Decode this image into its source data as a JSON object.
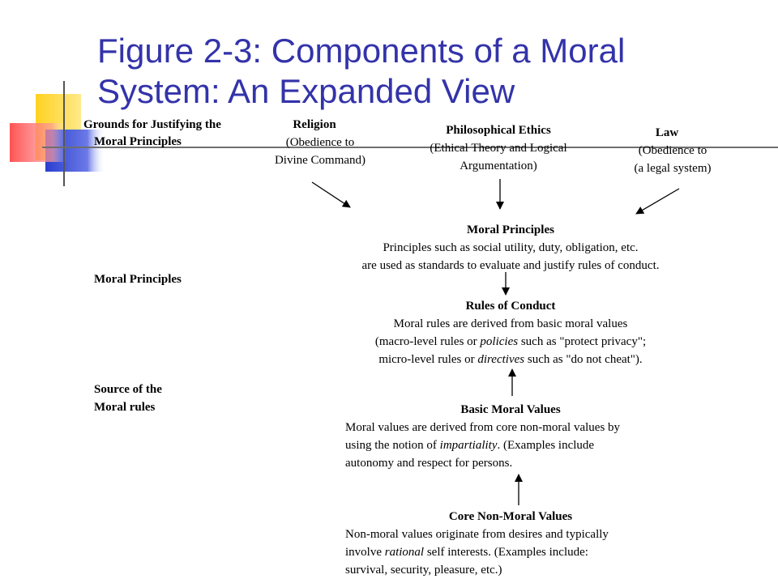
{
  "title_line1": "Figure 2-3: Components of a Moral",
  "title_line2": "System: An Expanded View",
  "left_labels": {
    "grounds_line1": "Grounds for Justifying the",
    "grounds_line2": "Moral Principles",
    "moral_principles": "Moral Principles",
    "source_line1": "Source of the",
    "source_line2": "Moral rules"
  },
  "grounds": {
    "religion": {
      "title": "Religion",
      "line1": "(Obedience to",
      "line2": "Divine Command)"
    },
    "philosophical_ethics": {
      "title": "Philosophical Ethics",
      "line1": "(Ethical Theory and Logical",
      "line2": "Argumentation)"
    },
    "law": {
      "title": "Law",
      "line1": "(Obedience to",
      "line2": "(a legal system)"
    }
  },
  "moral_principles": {
    "title": "Moral Principles",
    "line1": "Principles such as social utility, duty, obligation, etc.",
    "line2": "are used as standards to evaluate and justify rules of conduct."
  },
  "rules_of_conduct": {
    "title": "Rules of Conduct",
    "line1": "Moral rules are derived from basic moral values",
    "line2_a": "(macro-level rules or ",
    "line2_i": "policies",
    "line2_b": " such as \"protect privacy\";",
    "line3_a": "micro-level rules or ",
    "line3_i": "directives",
    "line3_b": " such as \"do not cheat\")."
  },
  "basic_moral_values": {
    "title": "Basic Moral Values",
    "line1": "Moral values are derived from core non-moral values  by",
    "line2_a": "using the notion of ",
    "line2_i": "impartiality",
    "line2_b": ". (Examples include",
    "line3": "autonomy and respect for persons."
  },
  "core_non_moral_values": {
    "title": "Core Non-Moral Values",
    "line1": "Non-moral values originate from desires and typically",
    "line2_a": "involve ",
    "line2_i": "rational",
    "line2_b": " self interests. (Examples include:",
    "line3": "survival, security, pleasure, etc.)"
  },
  "colors": {
    "title": "#3333aa",
    "deco_yellow": "#ffd21f",
    "deco_blue": "#2a3fd0",
    "deco_red": "#ff4a4a",
    "rule": "#6f6f6f"
  }
}
